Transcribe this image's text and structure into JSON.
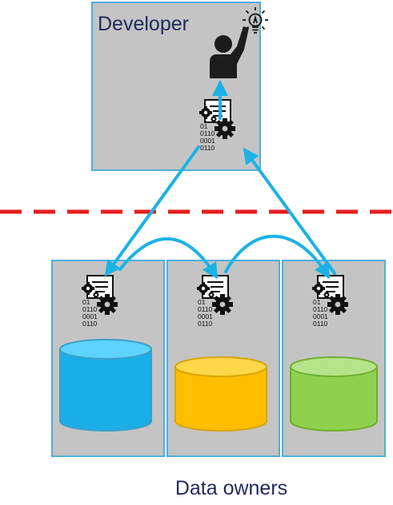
{
  "developer": {
    "label": "Developer",
    "icons": [
      "person-icon",
      "lightbulb-icon",
      "code-gear-icon"
    ]
  },
  "data_owners": {
    "label": "Data owners",
    "nodes": [
      {
        "id": "owner-1",
        "database_color": "#1aaee8",
        "database_top_color": "#5fd3ff"
      },
      {
        "id": "owner-2",
        "database_color": "#ffbe00",
        "database_top_color": "#ffd84a"
      },
      {
        "id": "owner-3",
        "database_color": "#8fd14f",
        "database_top_color": "#b5e38a"
      }
    ]
  },
  "code_lines": [
    "01",
    "0110",
    "0001",
    "0110"
  ],
  "colors": {
    "panel_fill": "#c4c4c4",
    "panel_border": "#4eaedb",
    "arrow": "#1ab2e6",
    "boundary_line": "#e61e1e",
    "label_text": "#1f2a5c"
  }
}
